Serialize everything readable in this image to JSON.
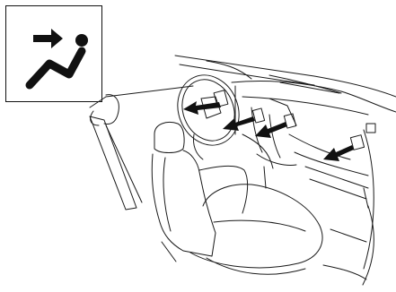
{
  "figure": {
    "kind": "vehicle-interior-ventilation-diagram",
    "mode_icon": "face-vent-mode-icon",
    "airflow_arrows": [
      "driver-side-vent-arrow",
      "center-left-vent-arrow",
      "center-right-vent-arrow",
      "passenger-side-vent-arrow"
    ]
  },
  "colors": {
    "line": "#1a1a1a",
    "fill": "#ffffff",
    "arrow": "#111111"
  }
}
